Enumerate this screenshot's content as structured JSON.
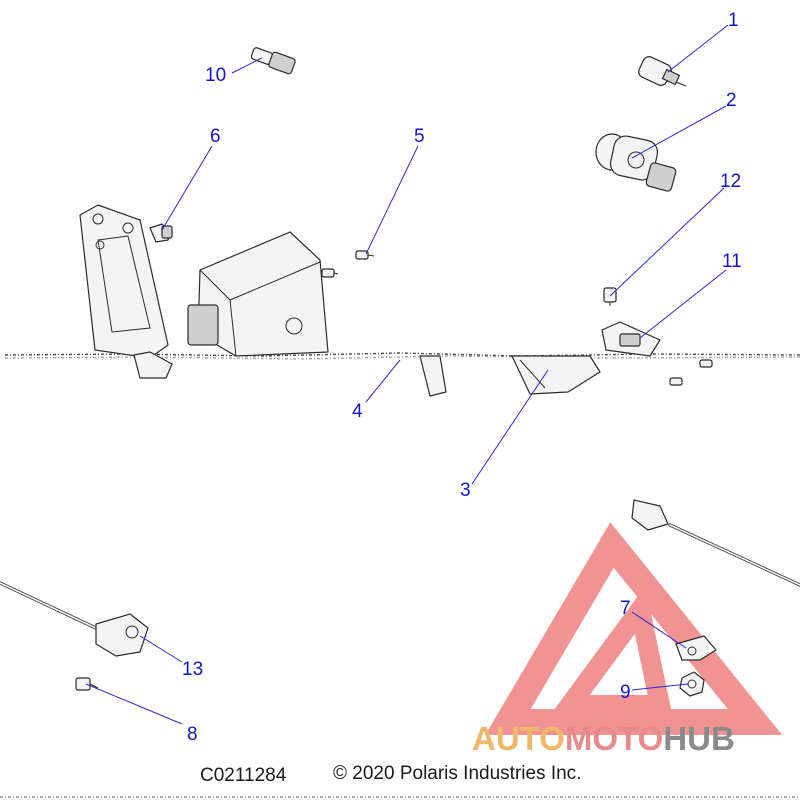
{
  "callouts": [
    {
      "id": "1",
      "label": "1"
    },
    {
      "id": "2",
      "label": "2"
    },
    {
      "id": "3",
      "label": "3"
    },
    {
      "id": "4",
      "label": "4"
    },
    {
      "id": "5",
      "label": "5"
    },
    {
      "id": "6",
      "label": "6"
    },
    {
      "id": "7",
      "label": "7"
    },
    {
      "id": "8",
      "label": "8"
    },
    {
      "id": "9",
      "label": "9"
    },
    {
      "id": "10",
      "label": "10"
    },
    {
      "id": "11",
      "label": "11"
    },
    {
      "id": "12",
      "label": "12"
    },
    {
      "id": "13",
      "label": "13"
    }
  ],
  "footer": {
    "diagram_code": "C0211284",
    "copyright": "© 2020 Polaris Industries Inc."
  },
  "watermark": {
    "word_auto": "AUTO",
    "word_moto": "MOTO",
    "word_hub": "HUB",
    "color_auto": "#f0b76a",
    "color_moto": "#e88a8a",
    "color_hub": "#8a8a8a",
    "triangle_color": "#e63c3c"
  },
  "colors": {
    "callout_blue": "#1414c8"
  }
}
